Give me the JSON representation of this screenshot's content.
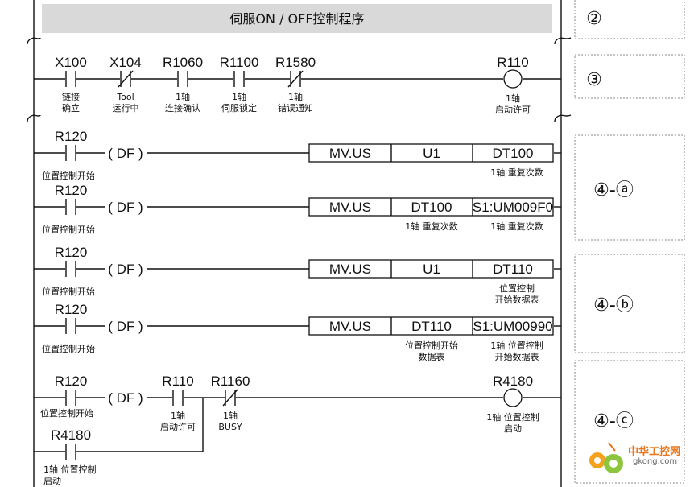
{
  "title": "伺服ON / OFF控制程序",
  "step_labels": [
    "②",
    "③",
    "④-ⓐ",
    "④-ⓑ",
    "④-ⓒ"
  ],
  "rung3": {
    "contacts": [
      {
        "addr": "X100",
        "type": "NO",
        "comment": [
          "链接",
          "确立"
        ]
      },
      {
        "addr": "X104",
        "type": "NC",
        "comment": [
          "Tool",
          "运行中"
        ]
      },
      {
        "addr": "R1060",
        "type": "NO",
        "comment": [
          "1轴",
          "连接确认"
        ]
      },
      {
        "addr": "R1100",
        "type": "NO",
        "comment": [
          "1轴",
          "伺服锁定"
        ]
      },
      {
        "addr": "R1580",
        "type": "NC",
        "comment": [
          "1轴",
          "错误通知"
        ]
      }
    ],
    "coil": {
      "addr": "R110",
      "comment": [
        "1轴",
        "启动许可"
      ]
    }
  },
  "df_label": "( DF )",
  "mov_rungs": [
    {
      "contact": "R120",
      "contact_comment": "位置控制开始",
      "op": "MV.US",
      "src": "U1",
      "dst": "DT100",
      "src_comment": [],
      "dst_comment": [
        "1轴 重复次数"
      ]
    },
    {
      "contact": "R120",
      "contact_comment": "位置控制开始",
      "op": "MV.US",
      "src": "DT100",
      "dst": "S1:UM009F0",
      "src_comment": [
        "1轴 重复次数"
      ],
      "dst_comment": [
        "1轴 重复次数"
      ]
    },
    {
      "contact": "R120",
      "contact_comment": "位置控制开始",
      "op": "MV.US",
      "src": "U1",
      "dst": "DT110",
      "src_comment": [],
      "dst_comment": [
        "位置控制",
        "开始数据表"
      ]
    },
    {
      "contact": "R120",
      "contact_comment": "位置控制开始",
      "op": "MV.US",
      "src": "DT110",
      "dst": "S1:UM00990",
      "src_comment": [
        "位置控制开始",
        "数据表"
      ],
      "dst_comment": [
        "1轴 位置控制",
        "开始数据表"
      ]
    }
  ],
  "rung_c": {
    "first": {
      "addr": "R120",
      "comment": "位置控制开始"
    },
    "c2": {
      "addr": "R110",
      "comment": [
        "1轴",
        "启动许可"
      ]
    },
    "c3": {
      "addr": "R1160",
      "comment": [
        "1轴",
        "BUSY"
      ]
    },
    "coil": {
      "addr": "R4180",
      "comment": [
        "1轴 位置控制",
        "启动"
      ]
    },
    "hold": {
      "addr": "R4180",
      "comment": [
        "1轴 位置控制",
        "启动"
      ]
    }
  },
  "watermark": {
    "cn": "中华工控网",
    "en": "gkong.com"
  }
}
